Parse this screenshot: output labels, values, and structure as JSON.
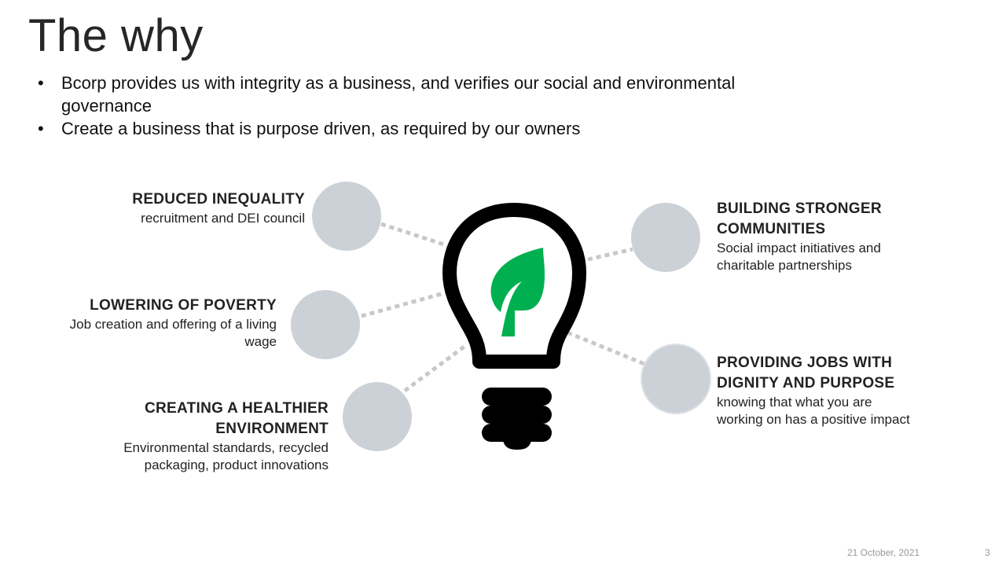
{
  "title": "The why",
  "bullets": [
    "Bcorp provides us with integrity as a business, and verifies our social and environmental governance",
    "Create a business that is purpose driven, as required by our owners"
  ],
  "pillars": [
    {
      "heading": "REDUCED INEQUALITY",
      "body": "recruitment and DEI council"
    },
    {
      "heading": "LOWERING OF POVERTY",
      "body": "Job creation and offering of a living wage"
    },
    {
      "heading": "CREATING A HEALTHIER ENVIRONMENT",
      "body": "Environmental standards, recycled packaging, product innovations"
    },
    {
      "heading": "BUILDING STRONGER COMMUNITIES",
      "body": "Social impact initiatives and charitable partnerships"
    },
    {
      "heading": "PROVIDING JOBS WITH DIGNITY AND PURPOSE",
      "body": "knowing that what you are working on has a positive impact"
    }
  ],
  "footer": {
    "date": "21 October, 2021",
    "page": "3"
  },
  "colors": {
    "circle": "#CBD1D6",
    "leaf": "#00B050",
    "dots": "#C8C8C8"
  },
  "icons": {
    "center": "lightbulb-leaf-icon"
  }
}
